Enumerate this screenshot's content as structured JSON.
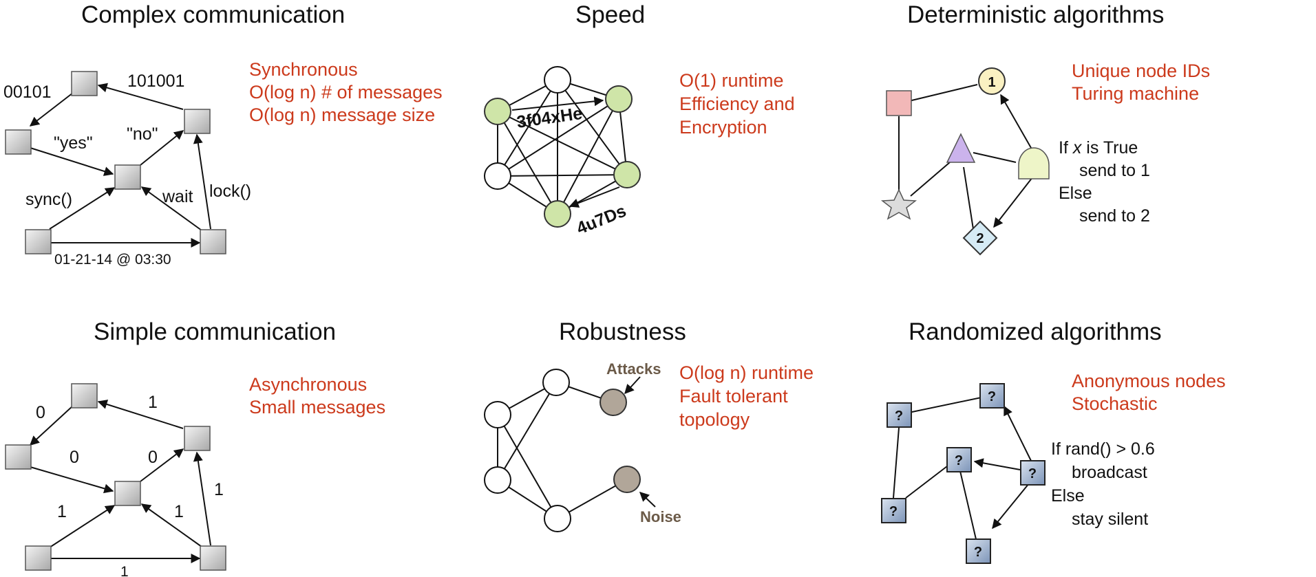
{
  "panels": {
    "complex": {
      "title": "Complex communication",
      "notes": [
        "Synchronous",
        "O(log n) # of messages",
        "O(log n) message size"
      ],
      "labels": {
        "top_left": "00101",
        "top_right": "101001",
        "yes": "\"yes\"",
        "no": "\"no\"",
        "sync": "sync()",
        "wait": "wait",
        "lock": "lock()",
        "bottom": "01-21-14 @ 03:30"
      }
    },
    "speed": {
      "title": "Speed",
      "notes": [
        "O(1) runtime",
        "Efficiency and",
        "Encryption"
      ],
      "labels": {
        "msg1": "3f04xHe",
        "msg2": "4u7Ds"
      }
    },
    "deterministic": {
      "title": "Deterministic algorithms",
      "notes": [
        "Unique node IDs",
        "Turing machine"
      ],
      "node_labels": {
        "one": "1",
        "two": "2"
      },
      "rule": {
        "if_prefix": "If ",
        "if_var": "x",
        "if_suffix": " is True",
        "then": "send to 1",
        "else": "Else",
        "else_action": "send to 2"
      }
    },
    "simple": {
      "title": "Simple communication",
      "notes": [
        "Asynchronous",
        "Small messages"
      ],
      "labels": {
        "top_left": "0",
        "top_right": "1",
        "mid_left": "0",
        "mid_right": "0",
        "low_left": "1",
        "low_mid": "1",
        "right": "1",
        "bottom": "1"
      }
    },
    "robustness": {
      "title": "Robustness",
      "notes": [
        "O(log n) runtime",
        "Fault tolerant",
        "topology"
      ],
      "labels": {
        "attacks": "Attacks",
        "noise": "Noise"
      }
    },
    "randomized": {
      "title": "Randomized algorithms",
      "notes": [
        "Anonymous nodes",
        "Stochastic"
      ],
      "node_label": "?",
      "rule": {
        "if": "If rand() > 0.6",
        "then": "broadcast",
        "else": "Else",
        "else_action": "stay silent"
      }
    }
  },
  "colors": {
    "accent_text": "#cc3a1c",
    "green_node": "#cfe5a8",
    "brown_node": "#b1a699",
    "blue_node": "#a9bcd6",
    "pink_square": "#f2b8b8",
    "yellow_node": "#faf1c2",
    "purple_triangle": "#cbb3ec",
    "light_blue_diamond": "#d6ebf5",
    "gray_star": "#dcdcdc"
  }
}
